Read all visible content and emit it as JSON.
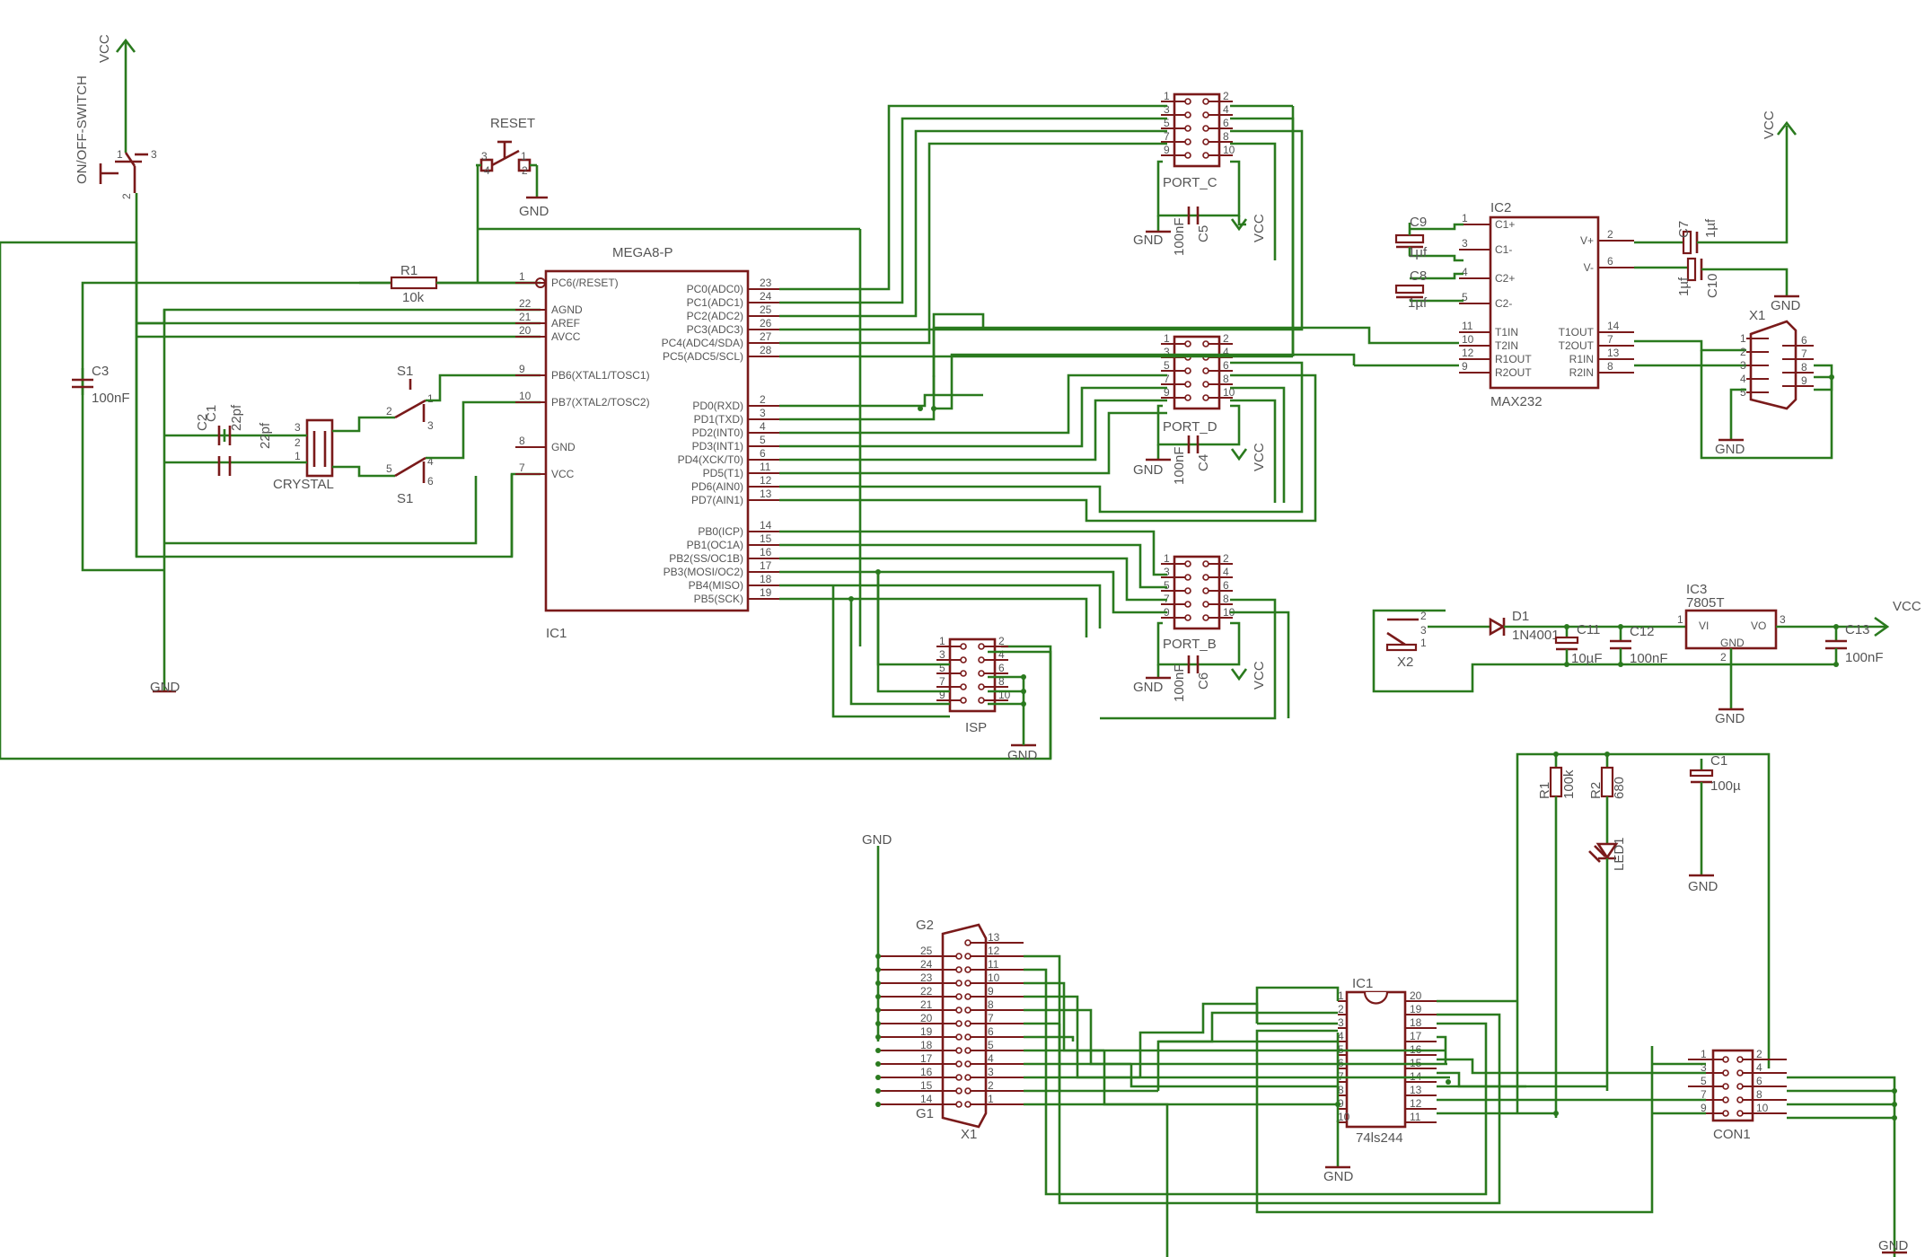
{
  "power": {
    "vcc": "VCC",
    "gnd": "GND"
  },
  "switch": {
    "name": "ON/OFF-SWITCH",
    "p1": "1",
    "p2": "2",
    "p3": "3"
  },
  "reset": {
    "name": "RESET",
    "p1": "1",
    "p2": "2",
    "p3": "3",
    "p4": "4"
  },
  "r1": {
    "ref": "R1",
    "value": "10k"
  },
  "c3": {
    "ref": "C3",
    "value": "100nF"
  },
  "c1": {
    "ref": "C1",
    "value": "22pf"
  },
  "c2": {
    "ref": "C2",
    "value": "22pf"
  },
  "crystal": {
    "name": "CRYSTAL",
    "pins": [
      "3",
      "2",
      "1"
    ]
  },
  "s1": {
    "ref": "S1",
    "pins": [
      "1",
      "2",
      "3",
      "4",
      "5",
      "6"
    ]
  },
  "mcu": {
    "title": "MEGA8-P",
    "ref": "IC1",
    "left": [
      {
        "num": "1",
        "name": "PC6(/RESET)"
      },
      {
        "num": "22",
        "name": "AGND"
      },
      {
        "num": "21",
        "name": "AREF"
      },
      {
        "num": "20",
        "name": "AVCC"
      },
      {
        "num": "9",
        "name": "PB6(XTAL1/TOSC1)"
      },
      {
        "num": "10",
        "name": "PB7(XTAL2/TOSC2)"
      },
      {
        "num": "8",
        "name": "GND"
      },
      {
        "num": "7",
        "name": "VCC"
      }
    ],
    "right": [
      {
        "num": "23",
        "name": "PC0(ADC0)"
      },
      {
        "num": "24",
        "name": "PC1(ADC1)"
      },
      {
        "num": "25",
        "name": "PC2(ADC2)"
      },
      {
        "num": "26",
        "name": "PC3(ADC3)"
      },
      {
        "num": "27",
        "name": "PC4(ADC4/SDA)"
      },
      {
        "num": "28",
        "name": "PC5(ADC5/SCL)"
      },
      {
        "num": "2",
        "name": "PD0(RXD)"
      },
      {
        "num": "3",
        "name": "PD1(TXD)"
      },
      {
        "num": "4",
        "name": "PD2(INT0)"
      },
      {
        "num": "5",
        "name": "PD3(INT1)"
      },
      {
        "num": "6",
        "name": "PD4(XCK/T0)"
      },
      {
        "num": "11",
        "name": "PD5(T1)"
      },
      {
        "num": "12",
        "name": "PD6(AIN0)"
      },
      {
        "num": "13",
        "name": "PD7(AIN1)"
      },
      {
        "num": "14",
        "name": "PB0(ICP)"
      },
      {
        "num": "15",
        "name": "PB1(OC1A)"
      },
      {
        "num": "16",
        "name": "PB2(SS/OC1B)"
      },
      {
        "num": "17",
        "name": "PB3(MOSI/OC2)"
      },
      {
        "num": "18",
        "name": "PB4(MISO)"
      },
      {
        "num": "19",
        "name": "PB5(SCK)"
      }
    ]
  },
  "headers": {
    "port_c": {
      "name": "PORT_C",
      "cap_ref": "C5",
      "cap_value": "100nF"
    },
    "port_d": {
      "name": "PORT_D",
      "cap_ref": "C4",
      "cap_value": "100nF"
    },
    "port_b": {
      "name": "PORT_B",
      "cap_ref": "C6",
      "cap_value": "100nF"
    },
    "isp": {
      "name": "ISP"
    },
    "pins_odd": [
      "1",
      "3",
      "5",
      "7",
      "9"
    ],
    "pins_even": [
      "2",
      "4",
      "6",
      "8",
      "10"
    ]
  },
  "max232": {
    "ref": "IC2",
    "name": "MAX232",
    "left": [
      {
        "num": "1",
        "name": "C1+"
      },
      {
        "num": "3",
        "name": "C1-"
      },
      {
        "num": "4",
        "name": "C2+"
      },
      {
        "num": "5",
        "name": "C2-"
      },
      {
        "num": "11",
        "name": "T1IN"
      },
      {
        "num": "10",
        "name": "T2IN"
      },
      {
        "num": "12",
        "name": "R1OUT"
      },
      {
        "num": "9",
        "name": "R2OUT"
      }
    ],
    "right": [
      {
        "num": "2",
        "name": "V+"
      },
      {
        "num": "6",
        "name": "V-"
      },
      {
        "num": "14",
        "name": "T1OUT"
      },
      {
        "num": "7",
        "name": "T2OUT"
      },
      {
        "num": "13",
        "name": "R1IN"
      },
      {
        "num": "8",
        "name": "R2IN"
      }
    ],
    "c9": {
      "ref": "C9",
      "value": "1µf"
    },
    "c8": {
      "ref": "C8",
      "value": "1µf"
    },
    "c7": {
      "ref": "C7",
      "value": "1µf"
    },
    "c10": {
      "ref": "C10",
      "value": "1µf"
    }
  },
  "dsub9": {
    "ref": "X1",
    "left": [
      "1",
      "2",
      "3",
      "4",
      "5"
    ],
    "right": [
      "6",
      "7",
      "8",
      "9"
    ]
  },
  "supply": {
    "x2": {
      "ref": "X2",
      "p1": "1",
      "p2": "2",
      "p3": "3"
    },
    "d1": {
      "ref": "D1",
      "value": "1N4001"
    },
    "c11": {
      "ref": "C11",
      "value": "10µF"
    },
    "c12": {
      "ref": "C12",
      "value": "100nF"
    },
    "ic3": {
      "ref": "IC3",
      "value": "7805T",
      "vi": "VI",
      "vo": "VO",
      "gnd": "GND",
      "p1": "1",
      "p2": "2",
      "p3": "3"
    },
    "c13": {
      "ref": "C13",
      "value": "100nF"
    }
  },
  "programmer": {
    "r1": {
      "ref": "R1",
      "value": "100k"
    },
    "r2": {
      "ref": "R2",
      "value": "680"
    },
    "c1": {
      "ref": "C1",
      "value": "100µ"
    },
    "led": {
      "ref": "LED1"
    },
    "dsub25": {
      "ref": "X1",
      "g2": "G2",
      "g1": "G1",
      "left": [
        "25",
        "24",
        "23",
        "22",
        "21",
        "20",
        "19",
        "18",
        "17",
        "16",
        "15",
        "14"
      ],
      "right": [
        "13",
        "12",
        "11",
        "10",
        "9",
        "8",
        "7",
        "6",
        "5",
        "4",
        "3",
        "2",
        "1"
      ]
    },
    "buffer": {
      "ref": "IC1",
      "name": "74ls244",
      "left": [
        "1",
        "2",
        "3",
        "4",
        "5",
        "6",
        "7",
        "8",
        "9",
        "10"
      ],
      "right": [
        "20",
        "19",
        "18",
        "17",
        "16",
        "15",
        "14",
        "13",
        "12",
        "11"
      ]
    },
    "con1": {
      "ref": "CON1"
    }
  }
}
